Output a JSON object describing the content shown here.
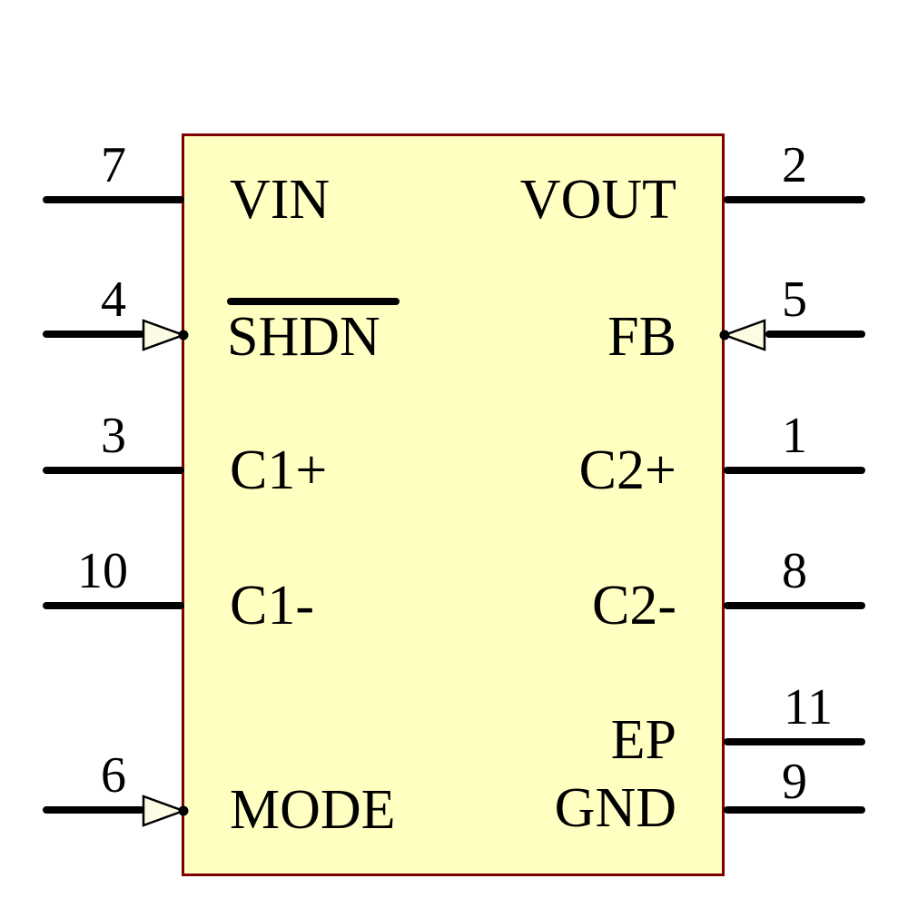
{
  "symbol": {
    "kind": "ic-schematic-symbol",
    "body_fill": "#FFFFC2",
    "body_border": "#7F0000",
    "pin_color": "#000000",
    "arrow_fill": "#FCFCE4",
    "pins": {
      "left": [
        {
          "number": "7",
          "label": "VIN",
          "arrow": false,
          "overline": false
        },
        {
          "number": "4",
          "label": "SHDN",
          "arrow": true,
          "overline": true
        },
        {
          "number": "3",
          "label": "C1+",
          "arrow": false,
          "overline": false
        },
        {
          "number": "10",
          "label": "C1-",
          "arrow": false,
          "overline": false
        },
        {
          "number": "6",
          "label": "MODE",
          "arrow": true,
          "overline": false
        }
      ],
      "right": [
        {
          "number": "2",
          "label": "VOUT",
          "arrow": false,
          "overline": false
        },
        {
          "number": "5",
          "label": "FB",
          "arrow": true,
          "overline": false
        },
        {
          "number": "1",
          "label": "C2+",
          "arrow": false,
          "overline": false
        },
        {
          "number": "8",
          "label": "C2-",
          "arrow": false,
          "overline": false
        },
        {
          "number": "11",
          "label": "EP",
          "arrow": false,
          "overline": false
        },
        {
          "number": "9",
          "label": "GND",
          "arrow": false,
          "overline": false
        }
      ]
    }
  }
}
